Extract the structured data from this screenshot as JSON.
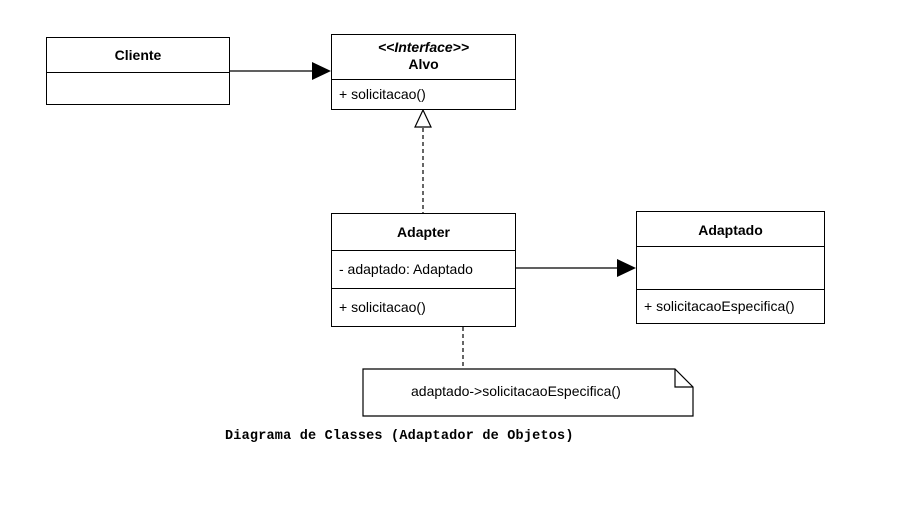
{
  "classes": {
    "cliente": {
      "name": "Cliente"
    },
    "alvo": {
      "stereotype": "<<Interface>>",
      "name": "Alvo",
      "method": "+ solicitacao()"
    },
    "adapter": {
      "name": "Adapter",
      "attribute": "- adaptado: Adaptado",
      "method": "+ solicitacao()"
    },
    "adaptado": {
      "name": "Adaptado",
      "method": "+ solicitacaoEspecifica()"
    }
  },
  "note": {
    "text": "adaptado->solicitacaoEspecifica()"
  },
  "caption": "Diagrama de Classes (Adaptador de Objetos)"
}
